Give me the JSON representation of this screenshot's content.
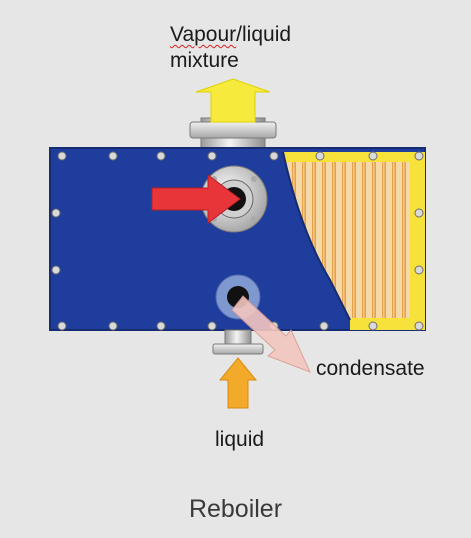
{
  "labels": {
    "vapour_word": "Vapour",
    "vapour_rest": "/liquid",
    "mixture": "mixture",
    "condensate": "condensate",
    "liquid": "liquid",
    "title": "Reboiler"
  },
  "colors": {
    "background": "#e6e6e6",
    "shell": "#1f3d9c",
    "plate": "#f3d98a",
    "tubes": "#e8a23a",
    "steam_arrow": "#e8353a",
    "vapour_arrow": "#f6ea3c",
    "liquid_arrow": "#f3a92a",
    "condensate_arrow": "#f3c6c0",
    "flange": "#c8c8c8"
  }
}
